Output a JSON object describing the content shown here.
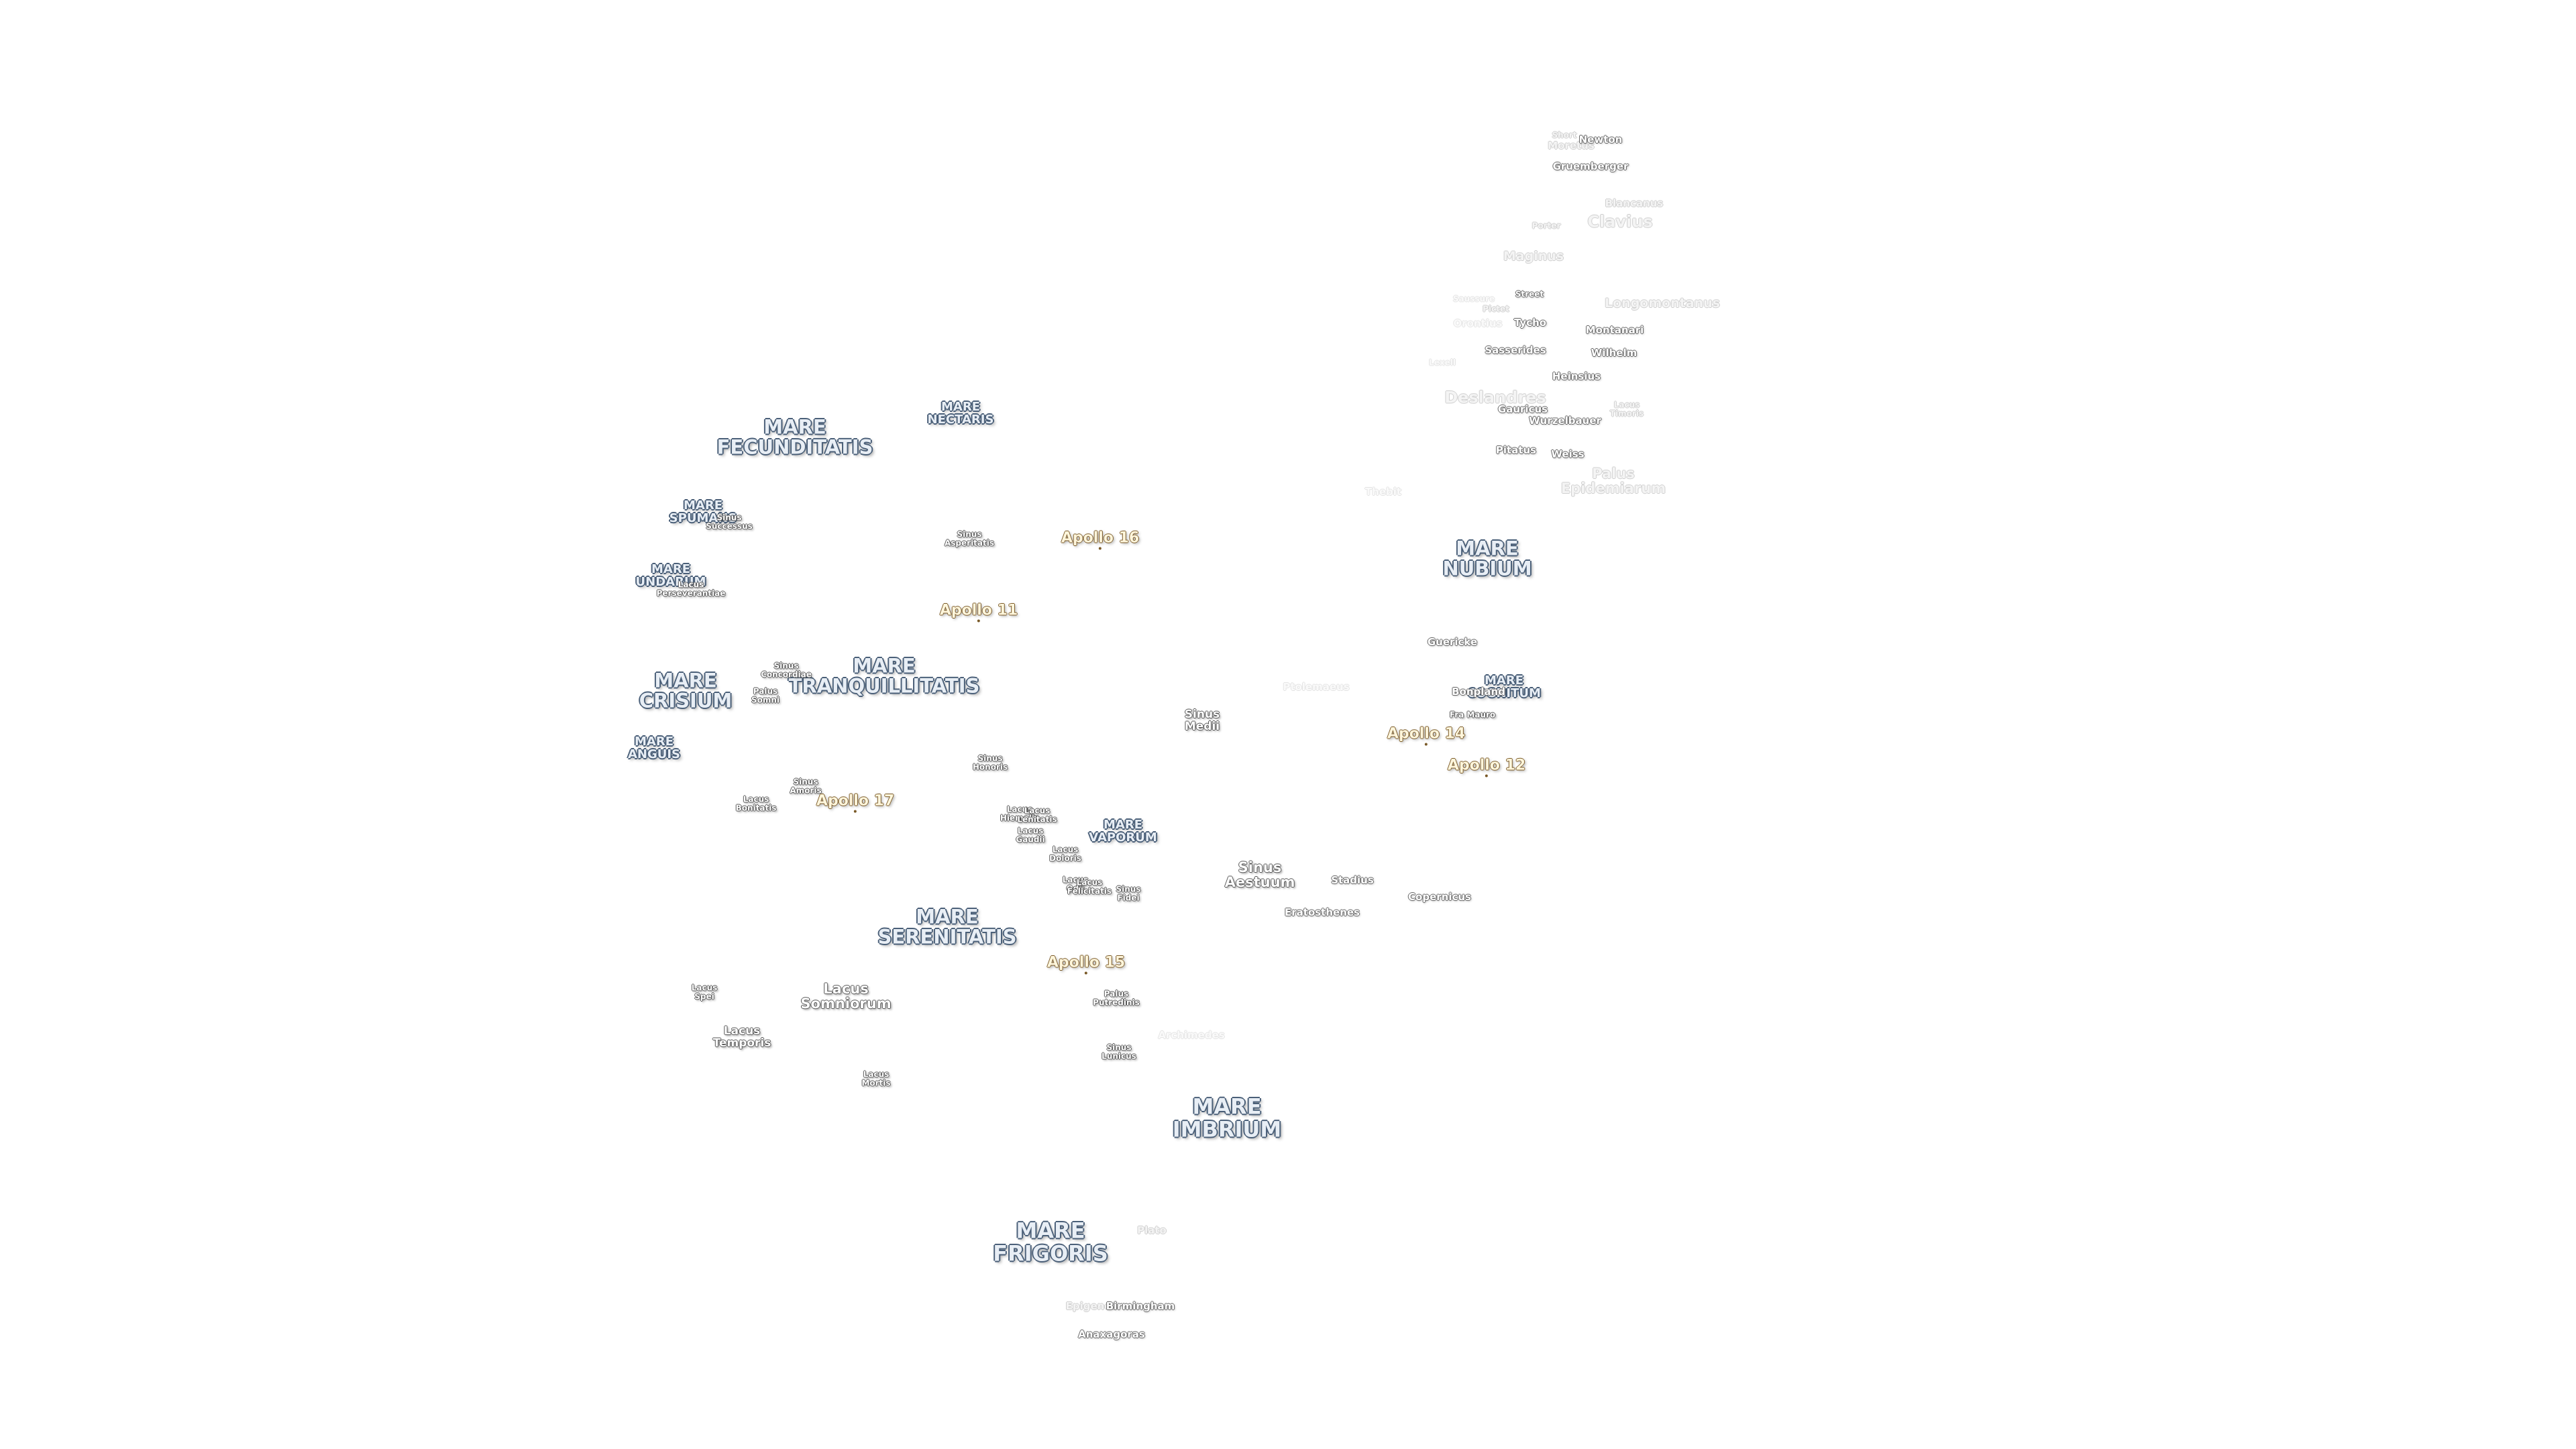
{
  "map": {
    "maria": [
      {
        "name": "mare-fecunditatis",
        "label": "MARE\nFECUNDITATIS"
      },
      {
        "name": "mare-nectaris",
        "label": "MARE\nNECTARIS"
      },
      {
        "name": "mare-spumans",
        "label": "MARE\nSPUMANS"
      },
      {
        "name": "mare-undarum",
        "label": "MARE\nUNDARUM"
      },
      {
        "name": "mare-tranquillitatis",
        "label": "MARE\nTRANQUILLITATIS"
      },
      {
        "name": "mare-crisium",
        "label": "MARE\nCRISIUM"
      },
      {
        "name": "mare-anguis",
        "label": "MARE\nANGUIS"
      },
      {
        "name": "mare-vaporum",
        "label": "MARE\nVAPORUM"
      },
      {
        "name": "mare-serenitatis",
        "label": "MARE\nSERENITATIS"
      },
      {
        "name": "mare-imbrium",
        "label": "MARE\nIMBRIUM"
      },
      {
        "name": "mare-frigoris",
        "label": "MARE\nFRIGORIS"
      },
      {
        "name": "mare-nubium",
        "label": "MARE\nNUBIUM"
      },
      {
        "name": "mare-cognitum",
        "label": "MARE\nCOGNITUM"
      }
    ],
    "features": [
      {
        "name": "sinus-successus",
        "label": "Sinus\nSuccessus"
      },
      {
        "name": "sinus-asperitatis",
        "label": "Sinus\nAsperitatis"
      },
      {
        "name": "palus-somni",
        "label": "Palus\nSomni"
      },
      {
        "name": "sinus-concordiae",
        "label": "Sinus\nConcordiae"
      },
      {
        "name": "lacus-perseverantiae",
        "label": "Lacus\nPerseverantiae"
      },
      {
        "name": "sinus-medii",
        "label": "Sinus\nMedii"
      },
      {
        "name": "sinus-honoris",
        "label": "Sinus\nHonoris"
      },
      {
        "name": "sinus-amoris",
        "label": "Sinus\nAmoris"
      },
      {
        "name": "lacus-bonitatis",
        "label": "Lacus\nBonitatis"
      },
      {
        "name": "lacus-hiemalis",
        "label": "Lacus\nHiemalis"
      },
      {
        "name": "lacus-lenitatis",
        "label": "Lacus\nLenitatis"
      },
      {
        "name": "lacus-gaudii",
        "label": "Lacus\nGaudii"
      },
      {
        "name": "lacus-doloris",
        "label": "Lacus\nDoloris"
      },
      {
        "name": "lacus-odii",
        "label": "Lacus\nOdii"
      },
      {
        "name": "lacus-felicitatis",
        "label": "Lacus\nFelicitatis"
      },
      {
        "name": "sinus-fidei",
        "label": "Sinus\nFidei"
      },
      {
        "name": "sinus-aestuum",
        "label": "Sinus\nAestuum"
      },
      {
        "name": "lacus-somniorum",
        "label": "Lacus\nSomniorum"
      },
      {
        "name": "lacus-spei",
        "label": "Lacus\nSpei"
      },
      {
        "name": "lacus-temporis",
        "label": "Lacus\nTemporis"
      },
      {
        "name": "palus-putredinis",
        "label": "Palus\nPutredinis"
      },
      {
        "name": "sinus-lunicus",
        "label": "Sinus\nLunicus"
      },
      {
        "name": "lacus-mortis",
        "label": "Lacus\nMortis"
      },
      {
        "name": "lacus-timoris",
        "label": "Lacus\nTimoris"
      },
      {
        "name": "palus-epidemiarum",
        "label": "Palus\nEpidemiarum"
      },
      {
        "name": "fra-mauro",
        "label": "Fra Mauro"
      }
    ],
    "craters": [
      {
        "name": "short",
        "label": "Short"
      },
      {
        "name": "moretus",
        "label": "Moretus"
      },
      {
        "name": "newton",
        "label": "Newton"
      },
      {
        "name": "gruemberger",
        "label": "Gruemberger"
      },
      {
        "name": "blancanus",
        "label": "Blancanus"
      },
      {
        "name": "clavius",
        "label": "Clavius"
      },
      {
        "name": "porter",
        "label": "Porter"
      },
      {
        "name": "maginus",
        "label": "Maginus"
      },
      {
        "name": "street",
        "label": "Street"
      },
      {
        "name": "longomontanus",
        "label": "Longomontanus"
      },
      {
        "name": "saussure",
        "label": "Saussure"
      },
      {
        "name": "pictet",
        "label": "Pictet"
      },
      {
        "name": "tycho",
        "label": "Tycho"
      },
      {
        "name": "orontius",
        "label": "Orontius"
      },
      {
        "name": "montanari",
        "label": "Montanari"
      },
      {
        "name": "sasserides",
        "label": "Sasserides"
      },
      {
        "name": "wilhelm",
        "label": "Wilhelm"
      },
      {
        "name": "lexell",
        "label": "Lexell"
      },
      {
        "name": "heinsius",
        "label": "Heinsius"
      },
      {
        "name": "deslandres",
        "label": "Deslandres"
      },
      {
        "name": "gauricus",
        "label": "Gauricus"
      },
      {
        "name": "wurzelbauer",
        "label": "Wurzelbauer"
      },
      {
        "name": "pitatus",
        "label": "Pitatus"
      },
      {
        "name": "weiss",
        "label": "Weiss"
      },
      {
        "name": "thebit",
        "label": "Thebit"
      },
      {
        "name": "guericke",
        "label": "Guericke"
      },
      {
        "name": "ptolemaeus",
        "label": "Ptolemaeus"
      },
      {
        "name": "bonpland",
        "label": "Bonpland"
      },
      {
        "name": "stadius",
        "label": "Stadius"
      },
      {
        "name": "eratosthenes",
        "label": "Eratosthenes"
      },
      {
        "name": "copernicus",
        "label": "Copernicus"
      },
      {
        "name": "archimedes",
        "label": "Archimedes"
      },
      {
        "name": "plato",
        "label": "Plato"
      },
      {
        "name": "epigenes",
        "label": "Epigenes"
      },
      {
        "name": "birmingham",
        "label": "Birmingham"
      },
      {
        "name": "anaxagoras",
        "label": "Anaxagoras"
      }
    ],
    "apollo": [
      {
        "name": "apollo-16",
        "label": "Apollo 16"
      },
      {
        "name": "apollo-11",
        "label": "Apollo 11"
      },
      {
        "name": "apollo-17",
        "label": "Apollo 17"
      },
      {
        "name": "apollo-14",
        "label": "Apollo 14"
      },
      {
        "name": "apollo-12",
        "label": "Apollo 12"
      },
      {
        "name": "apollo-15",
        "label": "Apollo 15"
      }
    ]
  }
}
